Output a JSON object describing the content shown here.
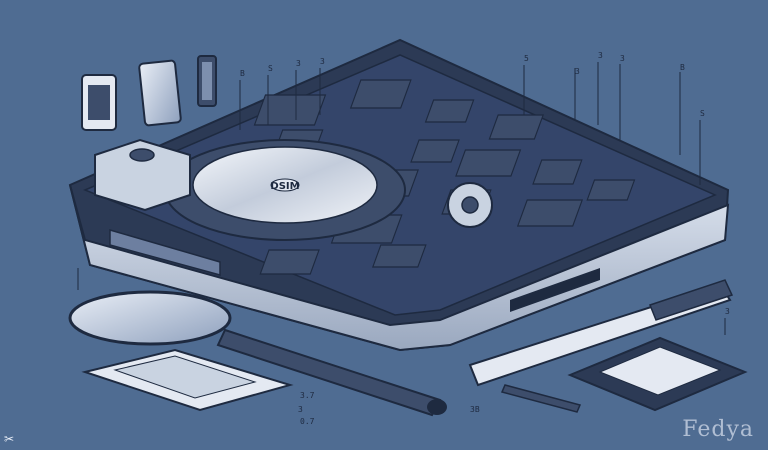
{
  "illustration": {
    "disc_text": "DSIM",
    "watermark": "Fedya",
    "corner_glyph": "✂",
    "callouts": [
      "B",
      "S",
      "3",
      "3",
      "5",
      "3",
      "3",
      "3",
      "B",
      "S",
      "3.7",
      "3",
      "0.7",
      "3B",
      "3"
    ],
    "colors": {
      "background": "#4f6c92",
      "outline": "#1e2a40",
      "metal": "#c9d3e1",
      "board": "#2c3a55",
      "chip": "#3d4d6b"
    }
  }
}
